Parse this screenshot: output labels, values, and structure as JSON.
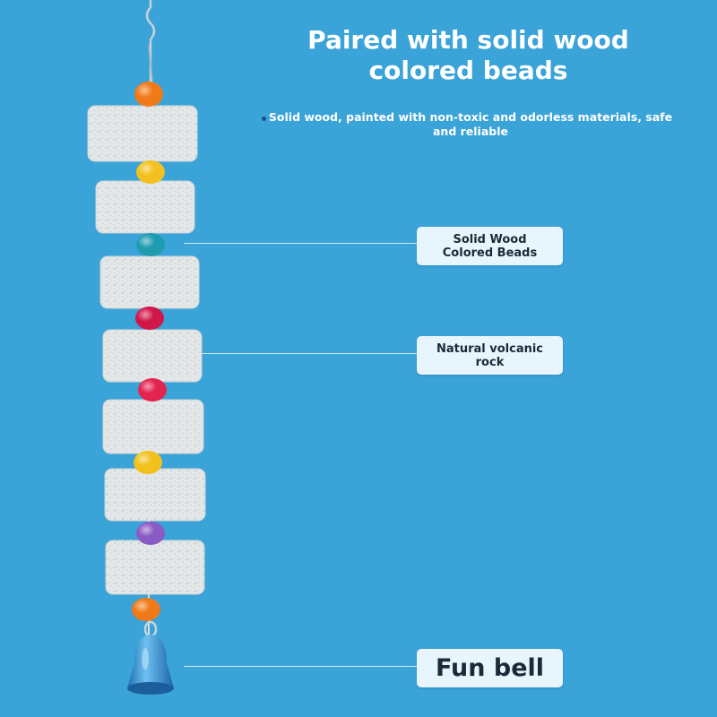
{
  "header": {
    "title": "Paired with solid wood colored beads",
    "subtitle": "Solid wood, painted with non-toxic and odorless materials, safe and reliable"
  },
  "callouts": [
    {
      "label": "Solid Wood Colored Beads"
    },
    {
      "label": "Natural volcanic rock"
    },
    {
      "label": "Fun bell"
    }
  ],
  "colors": {
    "background": "#3aa3d8",
    "callout_bg": "#e9f5fc",
    "stone": "#e2e6e7",
    "bell": "#2f86c9"
  },
  "product": {
    "bead_colors": [
      "#f07a17",
      "#f2c11d",
      "#1f9bb0",
      "#d1174a",
      "#e3244f",
      "#f2c11d",
      "#8a5bc4",
      "#f07a17"
    ],
    "stone_count": 7
  }
}
